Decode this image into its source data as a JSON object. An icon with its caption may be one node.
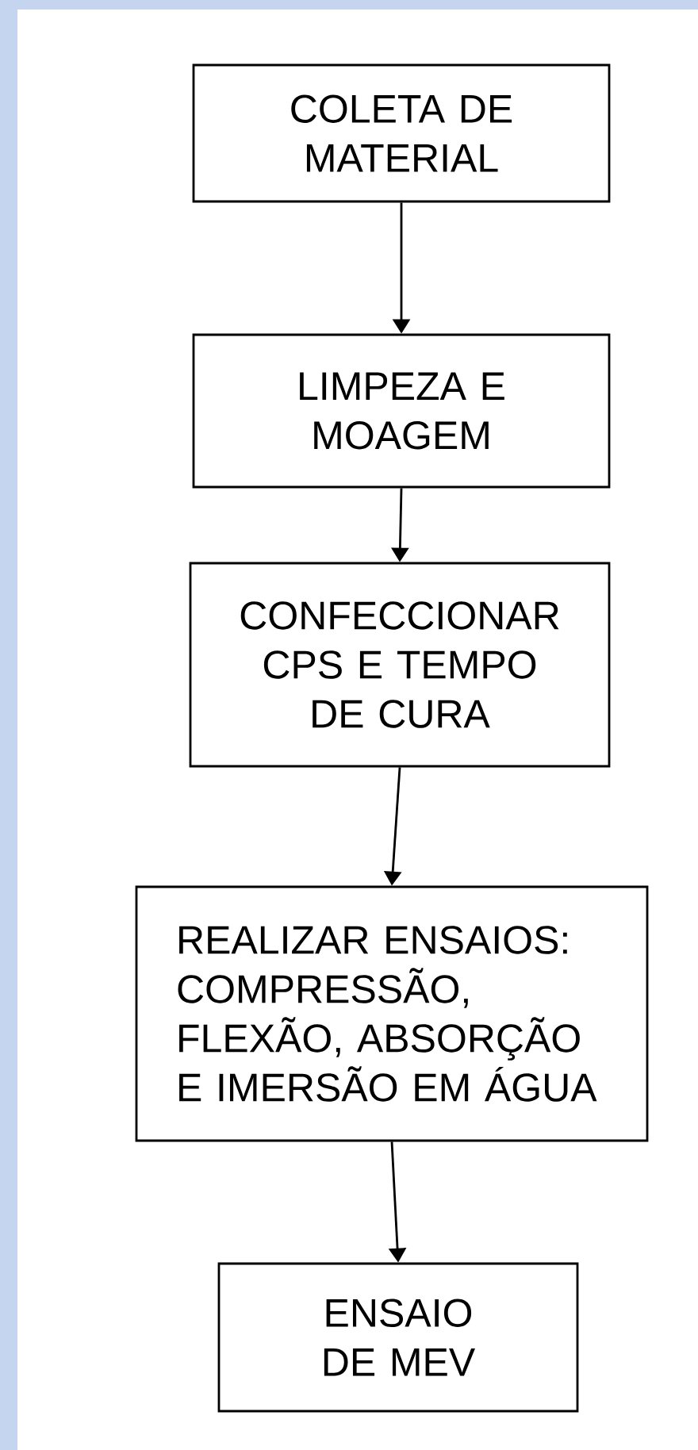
{
  "diagram": {
    "nodes": [
      {
        "text": [
          "COLETA DE MATERIAL"
        ]
      },
      {
        "text": [
          "LIMPEZA E MOAGEM"
        ]
      },
      {
        "text": [
          "CONFECCIONAR CPS E TEMPO DE CURA"
        ]
      },
      {
        "text": [
          "REALIZAR ENSAIOS: COMPRESSÃO, FLEXÃO, ABSORÇÃO E IMERSÃO EM ÁGUA"
        ]
      },
      {
        "text": [
          "ENSAIO DE MEV"
        ]
      }
    ],
    "edges": [
      {
        "from": 0,
        "to": 1,
        "arrow": "to"
      },
      {
        "from": 1,
        "to": 2,
        "arrow": "to"
      },
      {
        "from": 2,
        "to": 3,
        "arrow": "to"
      },
      {
        "from": 3,
        "to": 4,
        "arrow": "to"
      }
    ]
  }
}
